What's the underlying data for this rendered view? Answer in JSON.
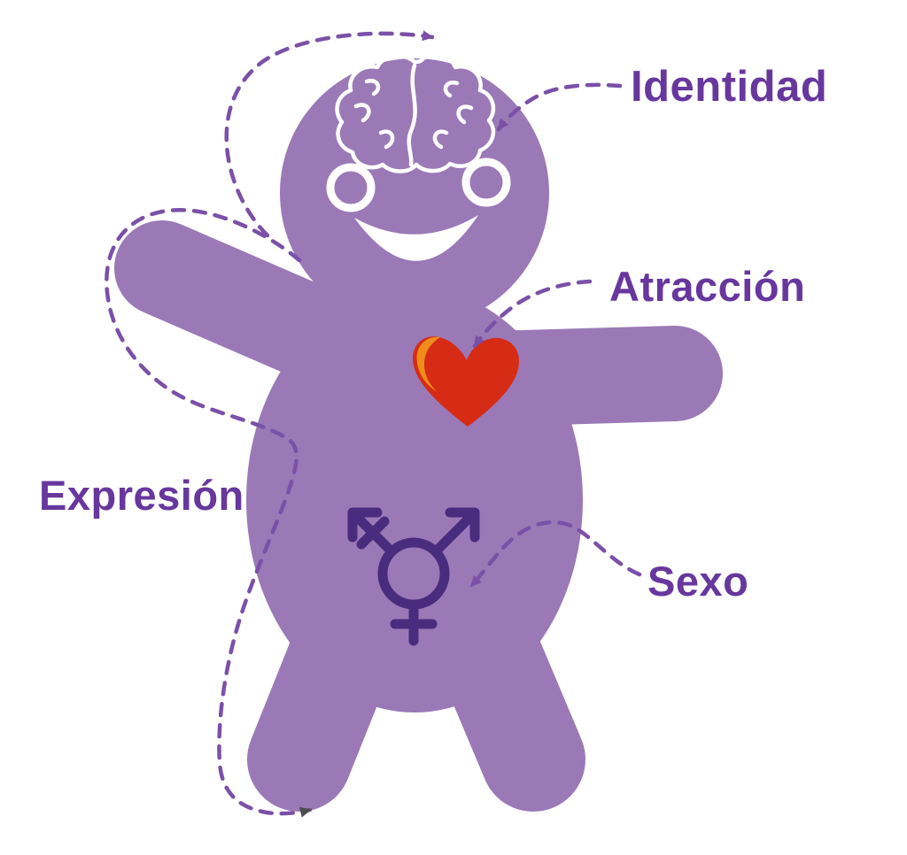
{
  "diagram": {
    "type": "labeled-figure",
    "figure": "gingerbread-person",
    "labels": {
      "identidad": "Identidad",
      "atraccion": "Atracción",
      "expresion": "Expresión",
      "sexo": "Sexo"
    },
    "icons": {
      "identidad": "brain-icon",
      "atraccion": "heart-icon",
      "sexo": "transgender-symbol-icon",
      "expresion": "body-outline-dashed-trace"
    },
    "colors": {
      "background": "#ffffff",
      "body": "#9b79b7",
      "white": "#ffffff",
      "label_text": "#67379e",
      "arrow": "#7b50a8",
      "heart_red": "#d62b15",
      "heart_orange": "#ef8c1a",
      "symbol": "#4a2c7e",
      "end_arrowhead": "#4d4d4d"
    }
  }
}
